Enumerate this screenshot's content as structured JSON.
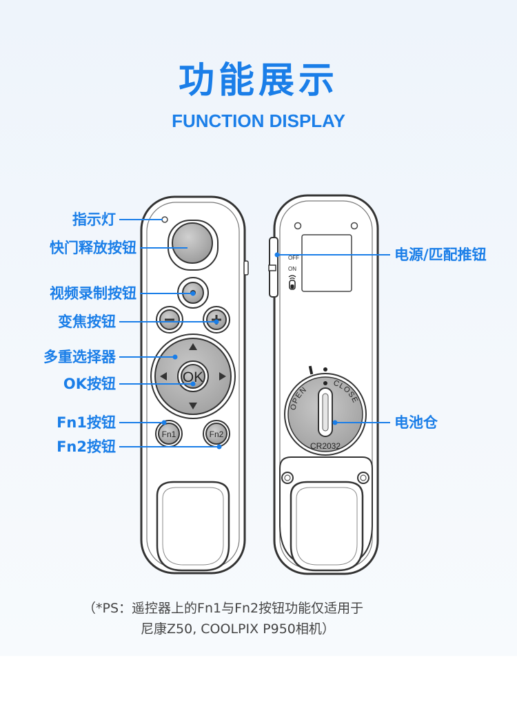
{
  "title": "功能展示",
  "subtitle": "FUNCTION DISPLAY",
  "labels_left": {
    "indicator": "指示灯",
    "shutter": "快门释放按钮",
    "video": "视频录制按钮",
    "zoom": "变焦按钮",
    "multi_selector": "多重选择器",
    "ok": "OK按钮",
    "fn1": "Fn1按钮",
    "fn2": "Fn2按钮"
  },
  "labels_right": {
    "power": "电源/匹配推钮",
    "battery": "电池仓"
  },
  "device": {
    "ok_text": "OK",
    "fn1_text": "Fn1",
    "fn2_text": "Fn2",
    "switch_off": "OFF",
    "switch_on": "ON",
    "battery_open": "OPEN",
    "battery_close": "CLOSE",
    "battery_model": "CR2032"
  },
  "note": {
    "line1": "（*PS：遥控器上的Fn1与Fn2按钮功能仅适用于",
    "line2": "尼康Z50, COOLPIX P950相机）"
  },
  "colors": {
    "accent": "#1a7ee8",
    "outline": "#333333",
    "button_gray": "#a9a9a9"
  }
}
